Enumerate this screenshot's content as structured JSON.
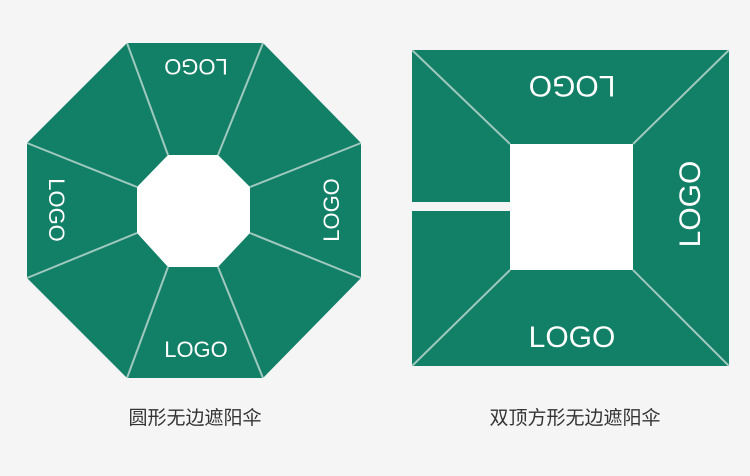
{
  "colors": {
    "background": "#f5f5f5",
    "canopy": "#127f67",
    "seam": "#cfe2dc",
    "center": "#ffffff",
    "logo_text": "#ffffff",
    "caption_text": "#333333"
  },
  "octagon_umbrella": {
    "logo_top": "LOGO",
    "logo_left": "LOGO",
    "logo_right": "LOGO",
    "logo_bottom": "LOGO",
    "caption": "圆形无边遮阳伞"
  },
  "square_umbrella": {
    "logo_top": "LOGO",
    "logo_right": "LOGO",
    "logo_bottom": "LOGO",
    "caption": "双顶方形无边遮阳伞"
  }
}
